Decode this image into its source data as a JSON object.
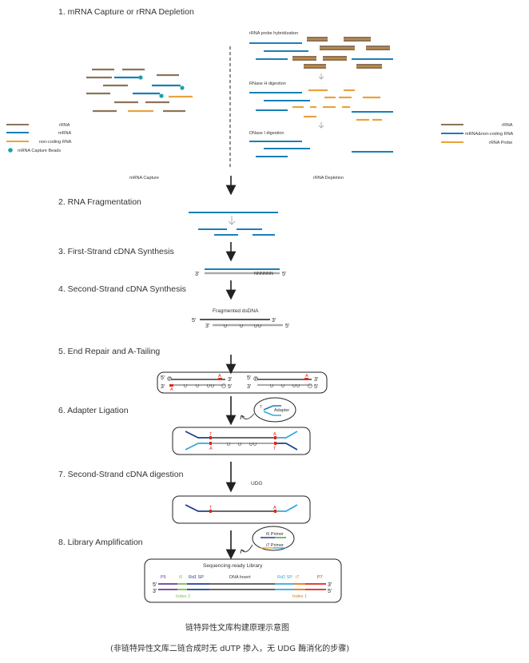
{
  "steps": {
    "s1": "1. mRNA Capture or rRNA Depletion",
    "s2": "2. RNA Fragmentation",
    "s3": "3. First-Strand cDNA Synthesis",
    "s4": "4. Second-Strand cDNA Synthesis",
    "s5": "5. End Repair and A-Tailing",
    "s6": "6. Adapter Ligation",
    "s7": "7. Second-Strand cDNA digestion",
    "s8": "8. Library Amplification"
  },
  "step1": {
    "mrna_capture_label": "mRNA Capture",
    "rrna_depletion_label": "rRNA Depletion",
    "probe_hybridization": "rRNA probe hybridization",
    "rnase_h": "RNase H digestion",
    "dnase_i": "DNase I digestion",
    "legend_left": {
      "rrna": "rRNA",
      "mrna": "mRNA",
      "noncoding": "non-coding RNA",
      "beads": "mRNA Capture Beads"
    },
    "legend_right": {
      "rrna": "rRNA",
      "mrna_noncoding": "mRNA&non-coding RNA",
      "probe": "rRNA Probe"
    }
  },
  "step3": {
    "end3": "3'",
    "end5": "5'",
    "nnn": "NNNNNN"
  },
  "step4": {
    "title": "Fragmented dsDNA",
    "top5": "5'",
    "top3": "3'",
    "bot3": "3'",
    "bot5": "5'",
    "u": "U"
  },
  "step5": {
    "p": "P",
    "a": "A",
    "e5": "5'",
    "e3": "3'"
  },
  "step6": {
    "adapter": "Adapter",
    "t": "T",
    "a": "A"
  },
  "step7": {
    "udg": "UDG",
    "t": "T",
    "a": "A"
  },
  "step8": {
    "i5_primer": "i5 Primer",
    "i7_primer": "i7 Primer",
    "library_title": "Sequencing-ready Library",
    "p5": "P5",
    "i5": "i5",
    "rd1sp": "Rd1 SP",
    "dna_insert": "DNA Insert",
    "rd2sp": "Rd2 SP",
    "i7": "i7",
    "p7": "P7",
    "index2": "Index 2",
    "index1": "Index 1",
    "e5": "5'",
    "e3": "3'"
  },
  "caption": {
    "line1": "链特异性文库构建原理示意图",
    "line2": "(非链特异性文库二链合成时无 dUTP 掺入，无 UDG 酶消化的步骤)"
  },
  "colors": {
    "rrna": "#8c7358",
    "mrna": "#1a7fb8",
    "noncoding": "#e8a33c",
    "bead": "#1aa3a8",
    "grey": "#8a8a8a",
    "red": "#e0261b",
    "navy": "#1f3f8f",
    "lightblue": "#35a8dc"
  }
}
